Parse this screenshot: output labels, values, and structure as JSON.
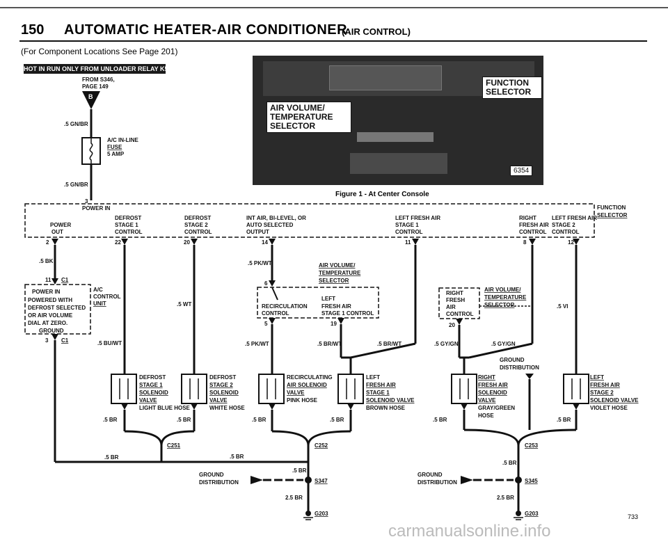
{
  "header": {
    "page_number": "150",
    "title": "AUTOMATIC HEATER-AIR CONDITIONER",
    "title_suffix": "(AIR CONTROL)",
    "subtitle": "(For Component Locations See Page 201)"
  },
  "power_source": {
    "hot_label": "HOT IN RUN ONLY FROM UNLOADER RELAY K5",
    "from_line1": "FROM S346,",
    "from_line2": "PAGE 149",
    "terminal": "B",
    "wire_top": ".5 GN/BR",
    "wire_bottom": ".5 GN/BR",
    "fuse_line1": "A/C IN-LINE",
    "fuse_line2": "FUSE",
    "fuse_rating": "5 AMP"
  },
  "photo": {
    "label_air": "AIR VOLUME/ TEMPERATURE SELECTOR",
    "label_function": "FUNCTION SELECTOR",
    "ref_number": "6354",
    "caption": "Figure 1 - At Center Console"
  },
  "function_selector": {
    "power_in": "POWER IN",
    "pin_top": "3",
    "name": "FUNCTION SELECTOR",
    "outputs": [
      {
        "label": "POWER OUT",
        "pin": "2"
      },
      {
        "label": "DEFROST STAGE 1 CONTROL",
        "pin": "22"
      },
      {
        "label": "DEFROST STAGE 2 CONTROL",
        "pin": "20"
      },
      {
        "label": "INT AIR, BI-LEVEL, OR AUTO SELECTED OUTPUT",
        "pin": "14"
      },
      {
        "label": "LEFT FRESH AIR STAGE 1 CONTROL",
        "pin": "11"
      },
      {
        "label": "RIGHT FRESH AIR CONTROL",
        "pin": "8"
      },
      {
        "label": "LEFT FRESH AIR STAGE 2 CONTROL",
        "pin": "12"
      }
    ]
  },
  "ac_control": {
    "name": "A/C CONTROL UNIT",
    "pin_top": "11",
    "pin_bottom": "3",
    "connector": "C1",
    "lines": [
      "POWER IN",
      "POWERED WITH",
      "DEFROST SELECTED",
      "OR AIR VOLUME",
      "DIAL AT ZERO."
    ],
    "ground": "GROUND",
    "wire_top": ".5 BK"
  },
  "left_air_selector": {
    "name": "AIR VOLUME/ TEMPERATURE SELECTOR",
    "pin_in": "6",
    "pin_recirc": "5",
    "pin_left": "19",
    "recirc_label": "RECIRCULATION CONTROL",
    "left_label": "LEFT FRESH AIR STAGE 1 CONTROL"
  },
  "right_air_selector": {
    "name": "AIR VOLUME/ TEMPERATURE SELECTOR",
    "pin_out": "20",
    "label": "RIGHT FRESH AIR CONTROL"
  },
  "wires": {
    "bu_wt": ".5 BU/WT",
    "wt": ".5 WT",
    "pk_wt_top": ".5 PK/WT",
    "pk_wt_bottom": ".5 PK/WT",
    "br_wt_a": ".5 BR/WT",
    "br_wt_b": ".5 BR/WT",
    "gy_gn_a": ".5 GY/GN",
    "gy_gn_b": ".5 GY/GN",
    "vi": ".5 VI",
    "br": ".5 BR",
    "br25": "2.5 BR"
  },
  "solenoids": [
    {
      "title": "DEFROST STAGE 1 SOLENOID VALVE",
      "hose": "LIGHT BLUE HOSE"
    },
    {
      "title": "DEFROST STAGE 2 SOLENOID VALVE",
      "hose": "WHITE HOSE"
    },
    {
      "title": "RECIRCULATING AIR SOLENOID VALVE",
      "hose": "PINK HOSE"
    },
    {
      "title": "LEFT FRESH AIR STAGE 1 SOLENOID VALVE",
      "hose": "BROWN HOSE"
    },
    {
      "title": "RIGHT FRESH AIR SOLENOID VALVE",
      "hose": "GRAY/GREEN HOSE"
    },
    {
      "title": "LEFT FRESH AIR STAGE 2 SOLENOID VALVE",
      "hose": "VIOLET HOSE"
    }
  ],
  "grounds": {
    "ground_distribution": "GROUND DISTRIBUTION",
    "splice_c251": "C251",
    "splice_c252": "C252",
    "splice_c253": "C253",
    "s347": "S347",
    "s345": "S345",
    "g203_left": "G203",
    "g203_right": "G203"
  },
  "footer": {
    "page_ref": "733",
    "watermark": "carmanualsonline.info"
  }
}
